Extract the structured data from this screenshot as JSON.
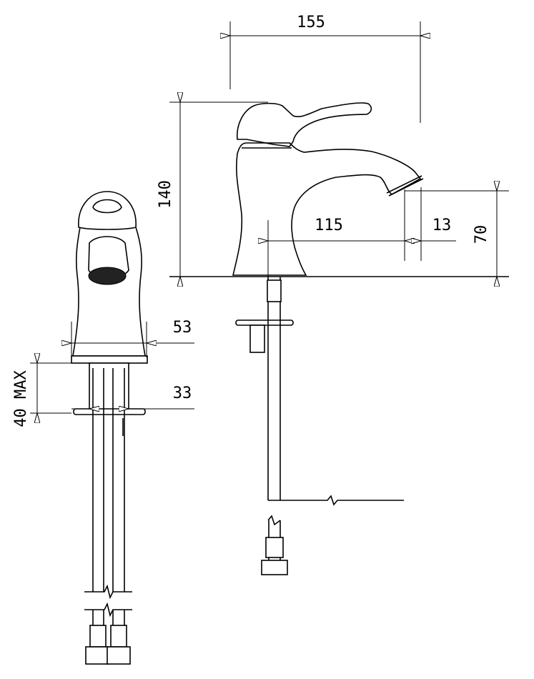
{
  "dimensions": {
    "width_155": "155",
    "height_140": "140",
    "reach_115": "115",
    "spout_13": "13",
    "spout_height_70": "70",
    "base_53": "53",
    "shank_33": "33",
    "deck_40max": "40 MAX"
  }
}
